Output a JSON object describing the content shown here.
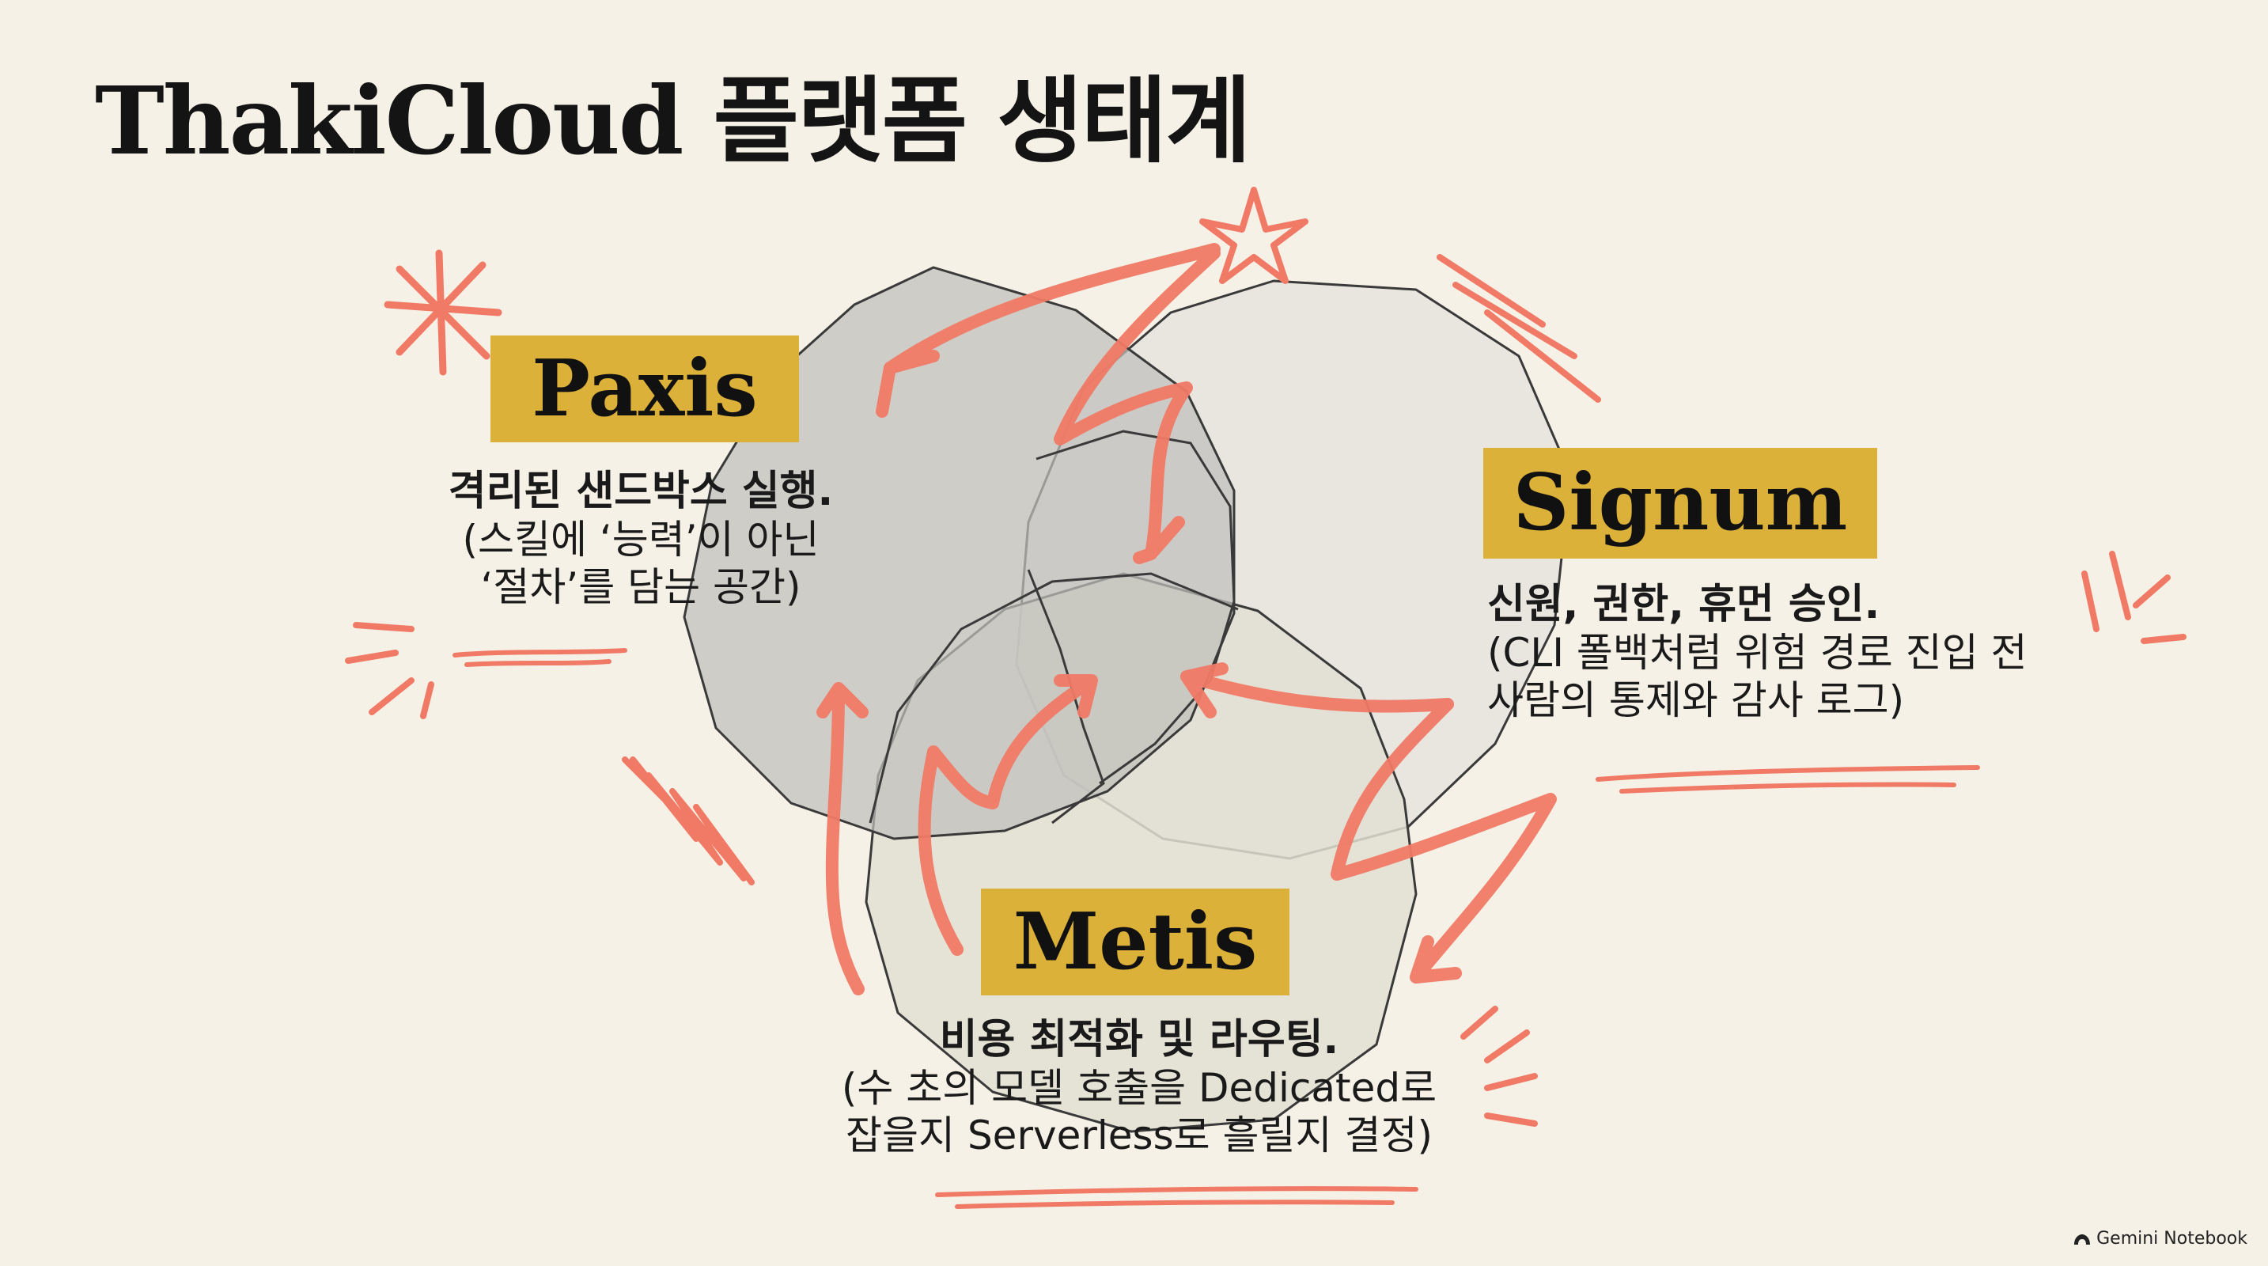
{
  "title": "ThakiCloud 플랫폼 생태계",
  "paxis": {
    "name": "Paxis",
    "headline": "격리된 샌드박스 실행.",
    "lines": [
      "(스킬에 ‘능력’이 아닌",
      "‘절차’를 담는 공간)"
    ]
  },
  "signum": {
    "name": "Signum",
    "headline": "신원, 권한, 휴먼 승인.",
    "lines": [
      "(CLI 폴백처럼 위험 경로 진입 전",
      "사람의 통제와 감사 로그)"
    ]
  },
  "metis": {
    "name": "Metis",
    "headline": "비용 최적화 및 라우팅.",
    "lines": [
      "(수 초의 모델 호출을 Dedicated로",
      "잡을지 Serverless로 흘릴지 결정)"
    ]
  },
  "branding": {
    "label": "Gemini Notebook",
    "icon": "gemini-notebook-icon"
  },
  "colors": {
    "background": "#f6f1e6",
    "label_fill": "#dcb13a",
    "arrow": "#f07a66",
    "circle_paxis": "#c9c9c6",
    "circle_signum": "#e6e4de",
    "circle_metis": "#e0ddd0"
  }
}
